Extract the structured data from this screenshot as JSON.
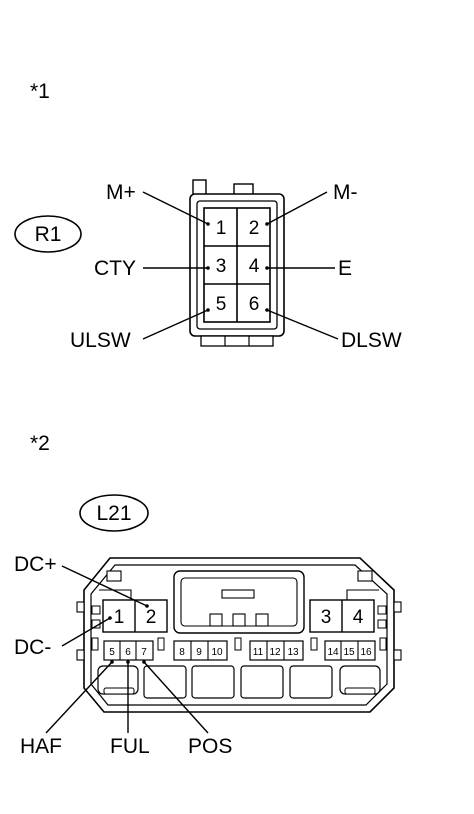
{
  "section1": {
    "marker": "*1",
    "connector_id": "R1",
    "pins": [
      "1",
      "2",
      "3",
      "4",
      "5",
      "6"
    ],
    "labels": {
      "pin1": "M+",
      "pin2": "M-",
      "pin3": "CTY",
      "pin4": "E",
      "pin5": "ULSW",
      "pin6": "DLSW"
    }
  },
  "section2": {
    "marker": "*2",
    "connector_id": "L21",
    "big_pins": [
      "1",
      "2",
      "3",
      "4"
    ],
    "small_pins": [
      "5",
      "6",
      "7",
      "8",
      "9",
      "10",
      "11",
      "12",
      "13",
      "14",
      "15",
      "16"
    ],
    "labels": {
      "pin1": "DC-",
      "pin2": "DC+",
      "pin5": "HAF",
      "pin6": "FUL",
      "pin7": "POS"
    }
  }
}
